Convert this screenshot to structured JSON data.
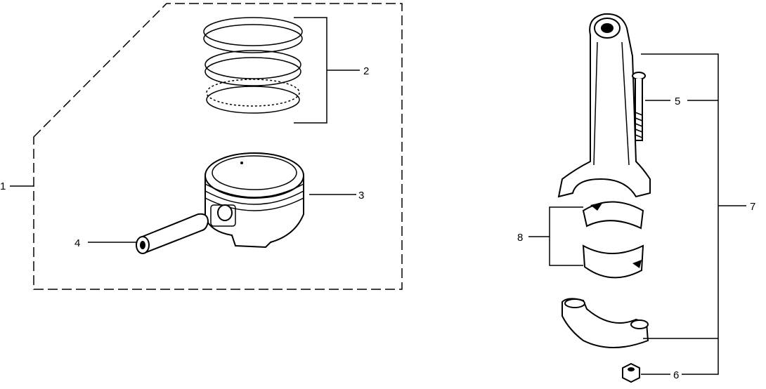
{
  "diagram": {
    "callouts": [
      {
        "id": "1",
        "part": "piston-set"
      },
      {
        "id": "2",
        "part": "piston-ring-set"
      },
      {
        "id": "3",
        "part": "piston"
      },
      {
        "id": "4",
        "part": "piston-pin"
      },
      {
        "id": "5",
        "part": "connecting-rod-bolt"
      },
      {
        "id": "6",
        "part": "connecting-rod-nut"
      },
      {
        "id": "7",
        "part": "connecting-rod-assembly"
      },
      {
        "id": "8",
        "part": "connecting-rod-bearing"
      }
    ],
    "line_color": "#000000",
    "background": "#ffffff"
  }
}
